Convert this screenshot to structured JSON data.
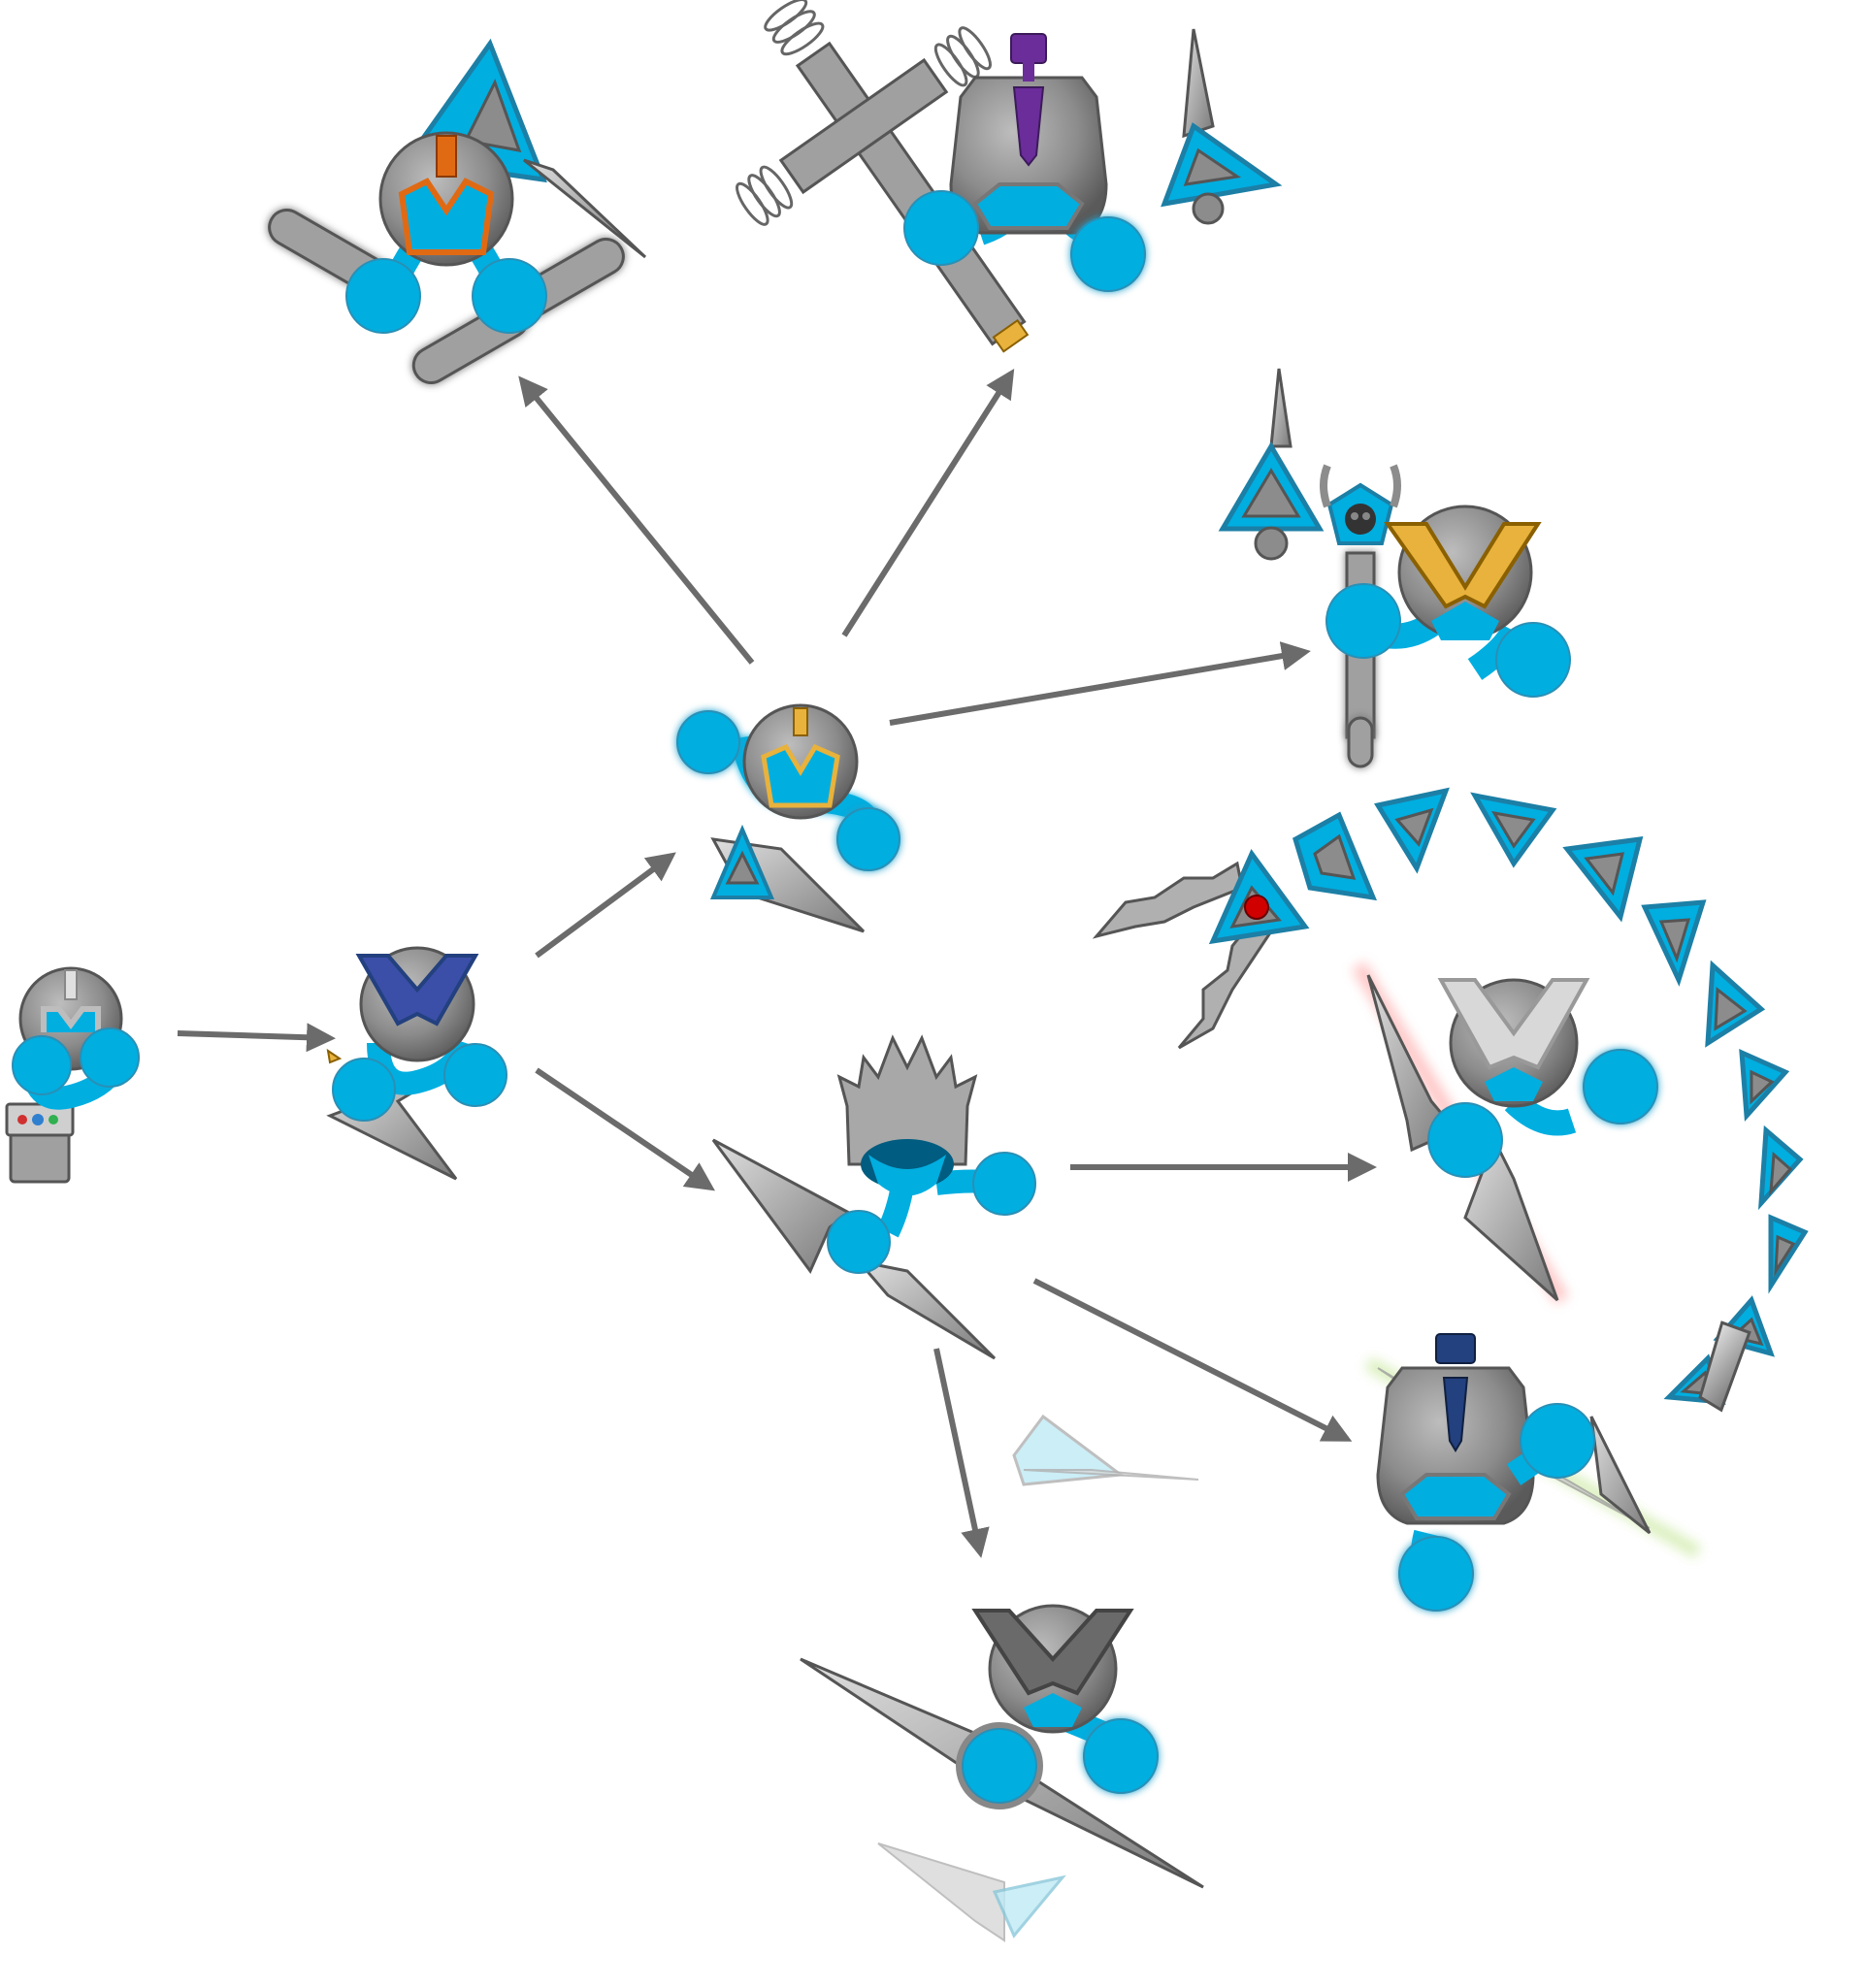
{
  "colors": {
    "accent": "#00AEE0",
    "accent_stroke": "#2A8FB5",
    "metal": "#8C8C8C",
    "metal_light": "#BDBDBD",
    "metal_dark": "#5A5A5A",
    "arrow": "#6B6B6B",
    "helmet_orange": "#E06A14",
    "helmet_gold": "#E8B23C",
    "helmet_blue": "#3B4FA8",
    "helmet_purple": "#6A2D9A",
    "helmet_navy": "#23407F",
    "eye_red": "#D00000"
  },
  "nodes": [
    {
      "id": "base",
      "icon": "starter-avatar-icon",
      "helmet": "silver",
      "weapon": "gauntlet"
    },
    {
      "id": "tier1",
      "icon": "blue-v-avatar-icon",
      "helmet": "blue-v",
      "weapon": "spike"
    },
    {
      "id": "tier2a",
      "icon": "gold-m-avatar-icon",
      "helmet": "gold-m",
      "weapon": "triangle-mace"
    },
    {
      "id": "tier2b",
      "icon": "spiked-crown-avatar-icon",
      "helmet": "spiked",
      "weapon": "twin-spikes"
    },
    {
      "id": "tier3a",
      "icon": "orange-m-avatar-icon",
      "helmet": "orange-m",
      "weapon": "twin-cannons"
    },
    {
      "id": "tier3b",
      "icon": "purple-knight-avatar-icon",
      "helmet": "purple-knight",
      "weapon": "spring-cross"
    },
    {
      "id": "tier3c",
      "icon": "gold-v-skull-avatar-icon",
      "helmet": "gold-v",
      "weapon": "skull-staff"
    },
    {
      "id": "tier3d",
      "icon": "chain-whip-icon",
      "helmet": "none",
      "weapon": "serpent-chain"
    },
    {
      "id": "tier3e",
      "icon": "silver-v-avatar-icon",
      "helmet": "silver-v",
      "weapon": "glowing-blades"
    },
    {
      "id": "tier3f",
      "icon": "navy-knight-avatar-icon",
      "helmet": "navy-knight",
      "weapon": "ghost-blade"
    },
    {
      "id": "tier3g",
      "icon": "dark-v-avatar-icon",
      "helmet": "dark-v",
      "weapon": "ring-spear"
    }
  ],
  "edges": [
    {
      "from": "base",
      "to": "tier1"
    },
    {
      "from": "tier1",
      "to": "tier2a"
    },
    {
      "from": "tier1",
      "to": "tier2b"
    },
    {
      "from": "tier2a",
      "to": "tier3a"
    },
    {
      "from": "tier2a",
      "to": "tier3b"
    },
    {
      "from": "tier2a",
      "to": "tier3c"
    },
    {
      "from": "tier2b",
      "to": "tier3e"
    },
    {
      "from": "tier2b",
      "to": "tier3f"
    },
    {
      "from": "tier2b",
      "to": "tier3g"
    }
  ]
}
